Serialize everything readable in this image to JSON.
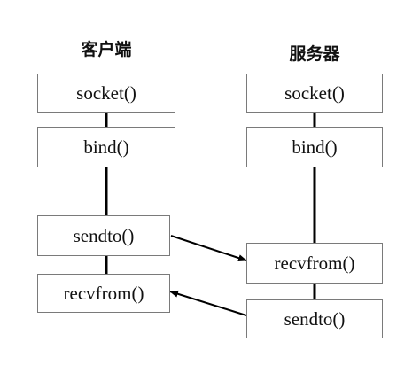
{
  "client": {
    "title": "客户端",
    "steps": [
      "socket()",
      "bind()",
      "sendto()",
      "recvfrom()"
    ]
  },
  "server": {
    "title": "服务器",
    "steps": [
      "socket()",
      "bind()",
      "recvfrom()",
      "sendto()"
    ]
  },
  "colors": {
    "line": "#000000",
    "box_border": "#7a7a7a",
    "text": "#111111"
  }
}
